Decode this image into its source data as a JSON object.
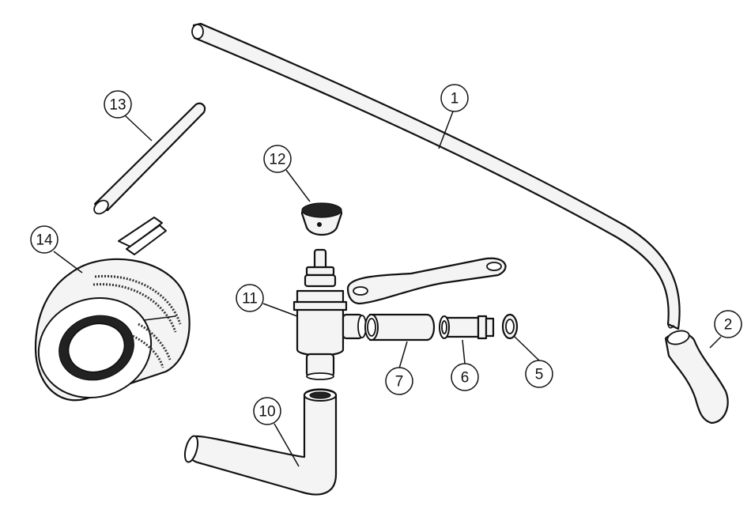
{
  "callouts": [
    {
      "id": "1",
      "label": "1"
    },
    {
      "id": "2",
      "label": "2"
    },
    {
      "id": "5",
      "label": "5"
    },
    {
      "id": "6",
      "label": "6"
    },
    {
      "id": "7",
      "label": "7"
    },
    {
      "id": "10",
      "label": "10"
    },
    {
      "id": "11",
      "label": "11"
    },
    {
      "id": "12",
      "label": "12"
    },
    {
      "id": "13",
      "label": "13"
    },
    {
      "id": "14",
      "label": "14"
    }
  ],
  "colors": {
    "line": "#111111",
    "fill": "#f4f4f4",
    "background": "#ffffff"
  }
}
